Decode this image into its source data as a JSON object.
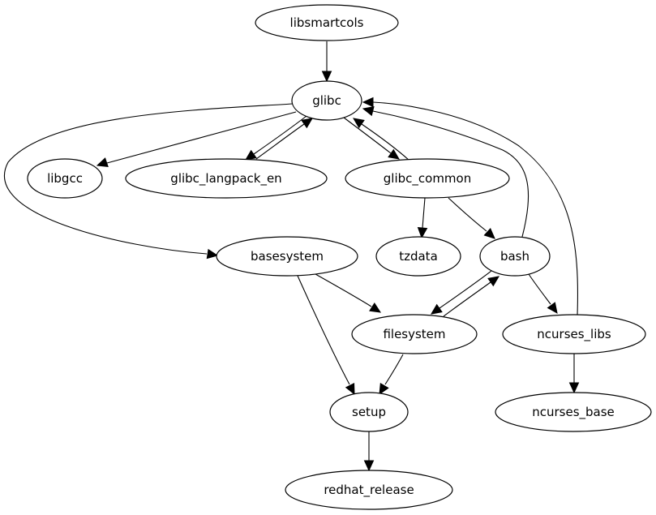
{
  "diagram": {
    "type": "directed-graph",
    "nodes": [
      {
        "id": "libsmartcols",
        "label": "libsmartcols"
      },
      {
        "id": "glibc",
        "label": "glibc"
      },
      {
        "id": "libgcc",
        "label": "libgcc"
      },
      {
        "id": "glibc_langpack_en",
        "label": "glibc_langpack_en"
      },
      {
        "id": "glibc_common",
        "label": "glibc_common"
      },
      {
        "id": "basesystem",
        "label": "basesystem"
      },
      {
        "id": "tzdata",
        "label": "tzdata"
      },
      {
        "id": "bash",
        "label": "bash"
      },
      {
        "id": "filesystem",
        "label": "filesystem"
      },
      {
        "id": "ncurses_libs",
        "label": "ncurses_libs"
      },
      {
        "id": "setup",
        "label": "setup"
      },
      {
        "id": "ncurses_base",
        "label": "ncurses_base"
      },
      {
        "id": "redhat_release",
        "label": "redhat_release"
      }
    ],
    "edges": [
      {
        "from": "libsmartcols",
        "to": "glibc"
      },
      {
        "from": "glibc",
        "to": "libgcc"
      },
      {
        "from": "glibc",
        "to": "glibc_langpack_en"
      },
      {
        "from": "glibc_langpack_en",
        "to": "glibc"
      },
      {
        "from": "glibc",
        "to": "glibc_common"
      },
      {
        "from": "glibc_common",
        "to": "glibc"
      },
      {
        "from": "glibc",
        "to": "basesystem"
      },
      {
        "from": "glibc_common",
        "to": "tzdata"
      },
      {
        "from": "glibc_common",
        "to": "bash"
      },
      {
        "from": "bash",
        "to": "glibc"
      },
      {
        "from": "ncurses_libs",
        "to": "glibc"
      },
      {
        "from": "bash",
        "to": "filesystem"
      },
      {
        "from": "filesystem",
        "to": "bash"
      },
      {
        "from": "bash",
        "to": "ncurses_libs"
      },
      {
        "from": "basesystem",
        "to": "filesystem"
      },
      {
        "from": "basesystem",
        "to": "setup"
      },
      {
        "from": "filesystem",
        "to": "setup"
      },
      {
        "from": "ncurses_libs",
        "to": "ncurses_base"
      },
      {
        "from": "setup",
        "to": "redhat_release"
      }
    ]
  }
}
